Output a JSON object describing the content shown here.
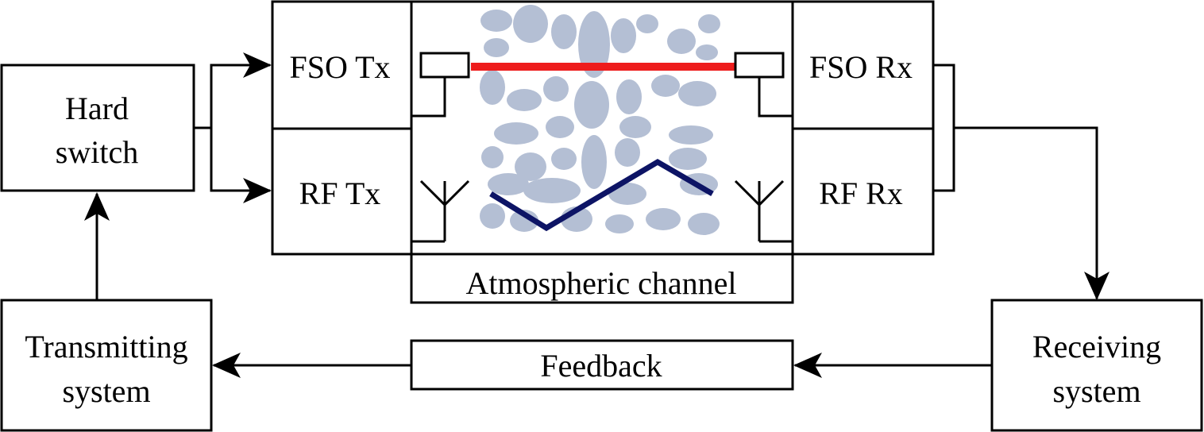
{
  "blocks": {
    "hard_switch": {
      "line1": "Hard",
      "line2": "switch"
    },
    "transmitting_system": {
      "line1": "Transmitting",
      "line2": "system"
    },
    "fso_tx": "FSO Tx",
    "rf_tx": "RF Tx",
    "fso_rx": "FSO Rx",
    "rf_rx": "RF Rx",
    "atmospheric_channel": "Atmospheric channel",
    "feedback": "Feedback",
    "receiving_system": {
      "line1": "Receiving",
      "line2": "system"
    }
  },
  "colors": {
    "fso_beam": "#ee1c1c",
    "rf_path": "#0d1465",
    "turbulence": "#b4bfd4",
    "lines": "#000000"
  },
  "icons": [
    "fso-transmitter-aperture",
    "fso-receiver-aperture",
    "rf-tx-antenna-icon",
    "rf-rx-antenna-icon"
  ]
}
